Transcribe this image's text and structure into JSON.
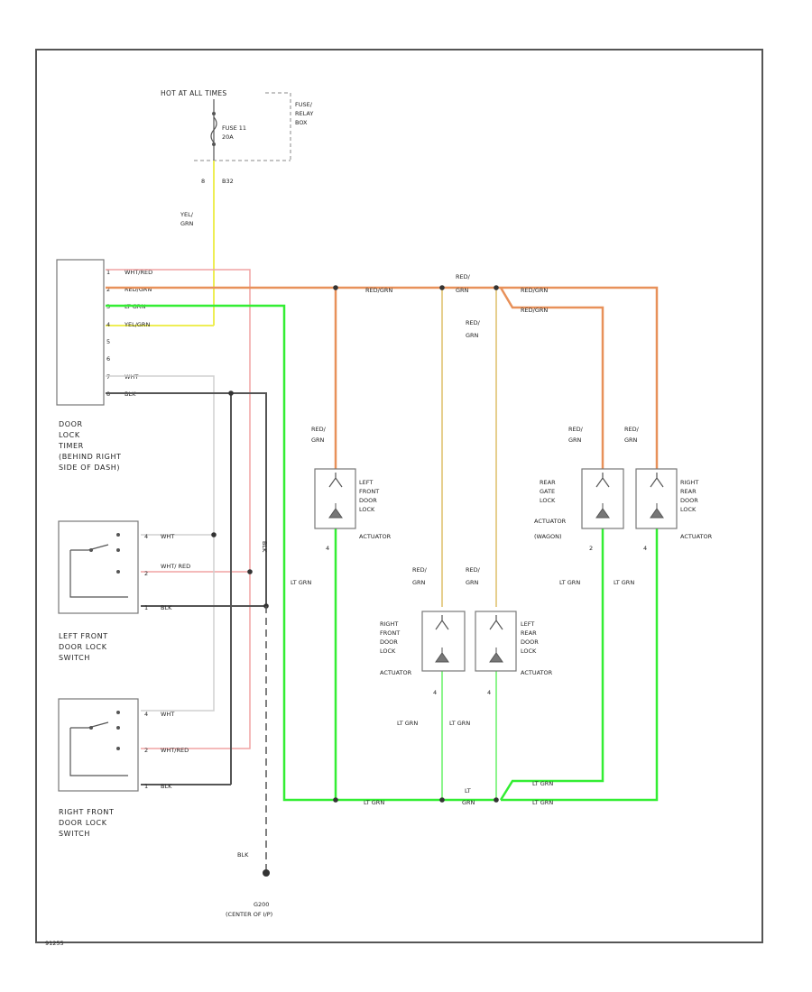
{
  "diagram": {
    "code": "91255",
    "power": {
      "hot": "HOT AT ALL TIMES",
      "fuse": "FUSE 11",
      "amps": "20A",
      "box": [
        "FUSE/",
        "RELAY",
        "BOX"
      ],
      "conn_pin": "8",
      "conn": "B32",
      "wire": [
        "YEL/",
        "GRN"
      ]
    },
    "timer": {
      "caption": [
        "DOOR",
        "LOCK",
        "TIMER",
        "(BEHIND RIGHT",
        "SIDE OF DASH)"
      ],
      "pins": [
        {
          "n": "1",
          "label": "WHT/RED"
        },
        {
          "n": "2",
          "label": "RED/GRN"
        },
        {
          "n": "3",
          "label": "LT GRN"
        },
        {
          "n": "4",
          "label": "YEL/GRN"
        },
        {
          "n": "5",
          "label": ""
        },
        {
          "n": "6",
          "label": ""
        },
        {
          "n": "7",
          "label": "WHT"
        },
        {
          "n": "8",
          "label": "BLK"
        }
      ]
    },
    "switches": [
      {
        "caption": [
          "LEFT FRONT",
          "DOOR LOCK",
          "SWITCH"
        ],
        "pins": [
          {
            "n": "4",
            "label": "WHT"
          },
          {
            "n": "2",
            "label": "WHT/ RED"
          },
          {
            "n": "1",
            "label": "BLK"
          }
        ]
      },
      {
        "caption": [
          "RIGHT FRONT",
          "DOOR LOCK",
          "SWITCH"
        ],
        "pins": [
          {
            "n": "4",
            "label": "WHT"
          },
          {
            "n": "2",
            "label": "WHT/RED"
          },
          {
            "n": "1",
            "label": "BLK"
          }
        ]
      }
    ],
    "actuators": [
      {
        "caption": [
          "LEFT",
          "FRONT",
          "DOOR",
          "LOCK",
          "ACTUATOR"
        ],
        "wire_in": [
          "RED/",
          "GRN"
        ],
        "pin_out": "4",
        "wire_out": "LT GRN"
      },
      {
        "caption": [
          "RIGHT",
          "FRONT",
          "DOOR",
          "LOCK",
          "ACTUATOR"
        ],
        "wire_in": [
          "RED/",
          "GRN"
        ],
        "pin_out": "4",
        "wire_out": "LT GRN"
      },
      {
        "caption": [
          "LEFT",
          "REAR",
          "DOOR",
          "LOCK",
          "ACTUATOR"
        ],
        "wire_in": [
          "RED/",
          "GRN"
        ],
        "pin_out": "4",
        "wire_out": "LT GRN"
      },
      {
        "caption": [
          "REAR",
          "GATE",
          "LOCK",
          "ACTUATOR",
          "(WAGON)"
        ],
        "wire_in": [
          "RED/",
          "GRN"
        ],
        "pin_out": "2",
        "wire_out": "LT GRN"
      },
      {
        "caption": [
          "RIGHT",
          "REAR",
          "DOOR",
          "LOCK",
          "ACTUATOR"
        ],
        "wire_in": [
          "RED/",
          "GRN"
        ],
        "pin_out": "4",
        "wire_out": "LT GRN"
      }
    ],
    "bus": {
      "red_grn": "RED/GRN",
      "red_grn_mid": [
        "RED/",
        "GRN"
      ],
      "red_grn_drop": [
        "RED/",
        "GRN"
      ],
      "lt_grn": "LT GRN",
      "lt_grn_mid": [
        "LT",
        "GRN"
      ],
      "blk": "BLK",
      "blk_bottom": "BLK",
      "ground": "G200",
      "ground_loc": "(CENTER OF I/P)"
    },
    "colors": {
      "red_grn": "#e8915a",
      "red_grn_light": "#e8b487",
      "yel_grn": "#eeee55",
      "lt_grn": "#33ee33",
      "lt_grn_light": "#8cf58c",
      "wht_red": "#f1a3a3",
      "wht": "#d0d0d0",
      "blk": "#555555",
      "tan": "#e6cf8e",
      "frame": "#555555"
    }
  }
}
